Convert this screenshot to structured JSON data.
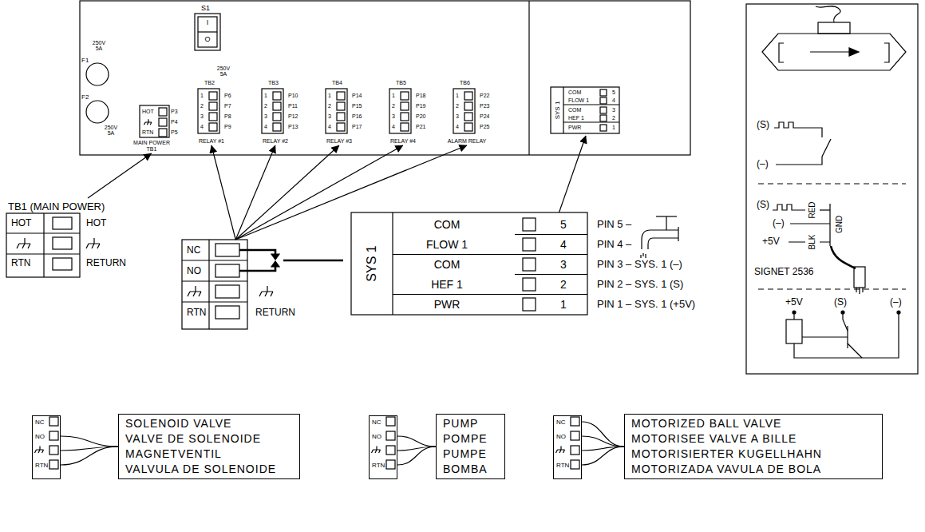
{
  "diagram": {
    "nodes": [
      {
        "text": [
          "HOT",
          "RTN",
          "P3",
          "P4",
          "P5",
          "MAIN POWER",
          "TB1"
        ]
      },
      {
        "text": [
          "TB2",
          "1",
          "2",
          "3",
          "4",
          "P6",
          "P7",
          "P8",
          "P9",
          "RELAY #1"
        ]
      },
      {
        "text": [
          "TB3",
          "1",
          "2",
          "3",
          "4",
          "P10",
          "P11",
          "P12",
          "P13",
          "RELAY #2"
        ]
      },
      {
        "text": [
          "TB4",
          "1",
          "2",
          "3",
          "4",
          "P14",
          "P15",
          "P16",
          "P17",
          "RELAY #3"
        ]
      },
      {
        "text": [
          "TB5",
          "1",
          "2",
          "3",
          "4",
          "P18",
          "P19",
          "P20",
          "P21",
          "RELAY #4"
        ]
      },
      {
        "text": [
          "TB6",
          "1",
          "2",
          "3",
          "4",
          "P22",
          "P23",
          "P24",
          "P25",
          "ALARM RELAY"
        ]
      },
      {
        "text": [
          "SYS 1",
          "COM",
          "FLOW 1",
          "COM",
          "HEF 1",
          "PWR",
          "5",
          "4",
          "3",
          "2",
          "1"
        ]
      },
      {
        "text": [
          "TB1 (MAIN POWER)",
          "HOT",
          "RTN"
        ]
      },
      {
        "text": [
          "NC",
          "NO",
          "RTN"
        ]
      },
      {
        "text": [
          "SYS 1",
          "COM",
          "FLOW 1",
          "COM",
          "HEF 1",
          "PWR",
          "5",
          "4",
          "3",
          "2",
          "1"
        ]
      },
      {
        "text": [
          "NC",
          "NO",
          "RTN"
        ]
      },
      {
        "text": [
          "SOLENOID VALVE",
          "VALVE DE SOLENOIDE",
          "MAGNETVENTIL",
          "VALVULA DE SOLENOIDE"
        ]
      },
      {
        "text": [
          "NC",
          "NO",
          "RTN"
        ]
      },
      {
        "text": [
          "PUMP",
          "POMPE",
          "PUMPE",
          "BOMBA"
        ]
      },
      {
        "text": [
          "NC",
          "NO",
          "RTN"
        ]
      },
      {
        "text": [
          "MOTORIZED BALL VALVE",
          "MOTORISEE VALVE A BILLE",
          "MOTORISIERTER KUGELLHAHN",
          "MOTORIZADA VAVULA DE BOLA"
        ]
      }
    ],
    "edges": [
      {
        "from": 7,
        "to": 0,
        "arrow": "to"
      },
      {
        "from": 8,
        "to": 1,
        "arrow": "to"
      },
      {
        "from": 8,
        "to": 2,
        "arrow": "to"
      },
      {
        "from": 8,
        "to": 3,
        "arrow": "to"
      },
      {
        "from": 8,
        "to": 4,
        "arrow": "to"
      },
      {
        "from": 8,
        "to": 5,
        "arrow": "to"
      },
      {
        "from": 9,
        "to": 6,
        "arrow": "to"
      },
      {
        "from": 10,
        "to": 11,
        "arrow": "none"
      },
      {
        "from": 10,
        "to": 11,
        "arrow": "none"
      },
      {
        "from": 10,
        "to": 11,
        "arrow": "none"
      },
      {
        "from": 12,
        "to": 13,
        "arrow": "none"
      },
      {
        "from": 12,
        "to": 13,
        "arrow": "none"
      },
      {
        "from": 12,
        "to": 13,
        "arrow": "none"
      },
      {
        "from": 14,
        "to": 15,
        "arrow": "none"
      },
      {
        "from": 14,
        "to": 15,
        "arrow": "none"
      },
      {
        "from": 14,
        "to": 15,
        "arrow": "none"
      },
      {
        "from": 14,
        "to": 15,
        "arrow": "none"
      }
    ],
    "labels": [
      "S1",
      "I",
      "O",
      "F1",
      "250V 5A",
      "F2",
      "250V 5A",
      "250V 5A",
      "HOT",
      "RETURN",
      "RETURN",
      "PIN 5 –",
      "PIN 4 –",
      "PIN 3 – SYS. 1 (–)",
      "PIN 2 – SYS. 1 (S)",
      "PIN 1 – SYS. 1 (+5V)",
      "(S)",
      "(–)",
      "(S)",
      "RED",
      "(–)",
      "GND",
      "+5V",
      "BLK",
      "SIGNET 2536",
      "+5V",
      "(S)",
      "(–)"
    ]
  }
}
